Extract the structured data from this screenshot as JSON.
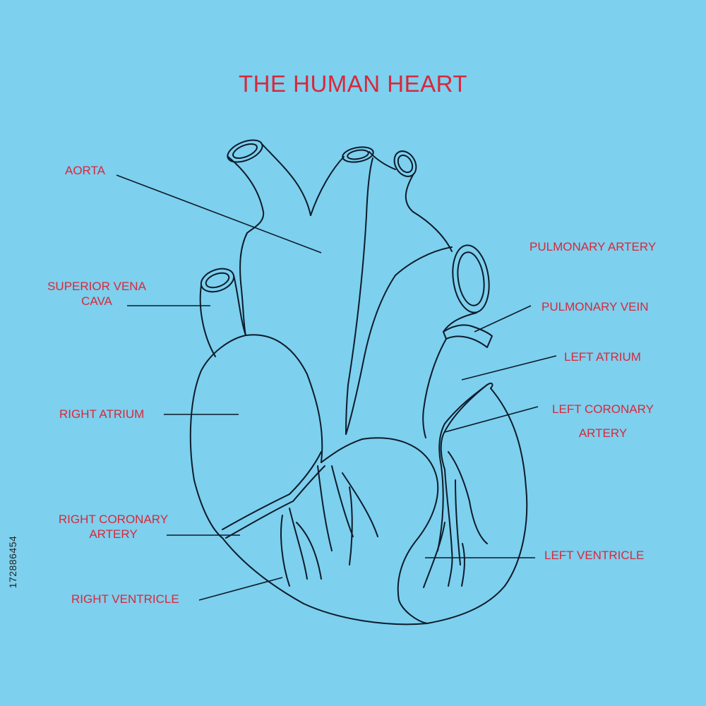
{
  "diagram": {
    "title": "THE HUMAN HEART",
    "colors": {
      "background": "#7dd0ee",
      "label": "#d8283a",
      "outline": "#0d1b2a"
    },
    "labels": {
      "aorta": "AORTA",
      "superior_vena_cava_1": "SUPERIOR VENA",
      "superior_vena_cava_2": "CAVA",
      "right_atrium": "RIGHT ATRIUM",
      "right_coronary_artery_1": "RIGHT CORONARY",
      "right_coronary_artery_2": "ARTERY",
      "right_ventricle": "RIGHT VENTRICLE",
      "pulmonary_artery": "PULMONARY ARTERY",
      "pulmonary_vein": "PULMONARY VEIN",
      "left_atrium": "LEFT ATRIUM",
      "left_coronary_artery_1": "LEFT CORONARY",
      "left_coronary_artery_2": "ARTERY",
      "left_ventricle": "LEFT VENTRICLE"
    },
    "stock_id": "172886454"
  }
}
